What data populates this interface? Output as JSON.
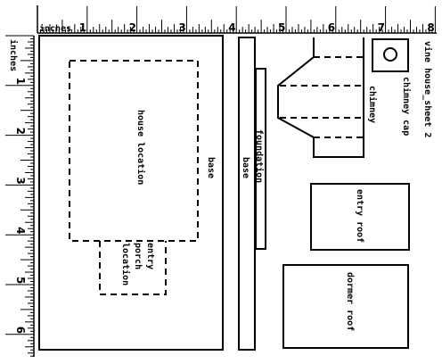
{
  "rulers": {
    "unit_label": "inches",
    "top_numbers": [
      "1",
      "2",
      "3",
      "4",
      "5",
      "6",
      "7",
      "8"
    ],
    "left_numbers": [
      "1",
      "2",
      "3",
      "4",
      "5",
      "6"
    ]
  },
  "sheet_title": "vine house_sheet 2",
  "parts": {
    "base_left": "base",
    "house_location": "house location",
    "porch_location": [
      "entry",
      "porch",
      "location"
    ],
    "base_strip": "base",
    "foundation": "foundation",
    "chimney": "chimney",
    "chimney_cap": "chimney cap",
    "entry_roof": "entry roof",
    "dormer_roof": "dormer roof"
  }
}
